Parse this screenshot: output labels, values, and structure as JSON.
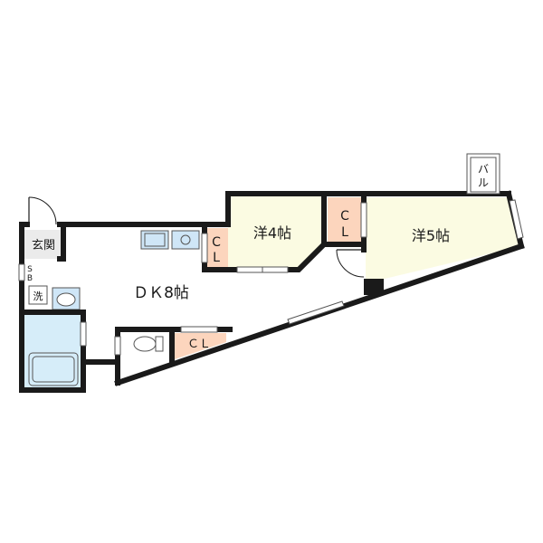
{
  "rooms": {
    "genkan": "玄関",
    "sb": [
      "S",
      "B"
    ],
    "washer": "洗",
    "dk": "ＤＫ8帖",
    "cl_kitchen": [
      "C",
      "L"
    ],
    "western4": "洋4帖",
    "cl_middle": [
      "C",
      "L"
    ],
    "western5": "洋5帖",
    "balcony": [
      "バ",
      "ル"
    ],
    "cl_toilet": "ＣＬ"
  },
  "colors": {
    "wall": "#1a1a1a",
    "floor_white": "#ffffff",
    "western_room": "#fbfbe2",
    "closet": "#fcd5bd",
    "bath": "#d6edf9",
    "fixture": "#cfe6f7",
    "entry": "#ebebeb"
  }
}
